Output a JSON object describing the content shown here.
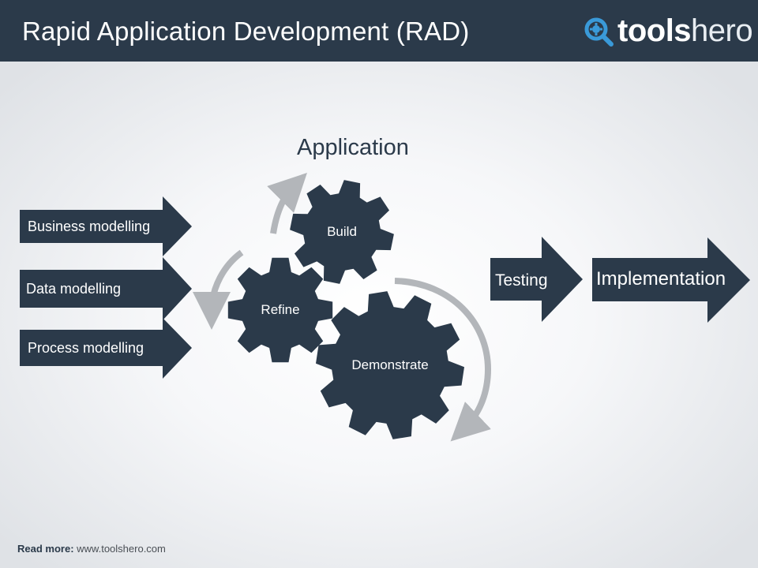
{
  "header": {
    "title": "Rapid Application Development (RAD)",
    "logo": {
      "name": "toolshero",
      "text_strong": "tools",
      "text_light": "hero",
      "icon": "magnifier-gear-icon"
    }
  },
  "diagram": {
    "center_title": "Application",
    "input_arrows": [
      {
        "label": "Business modelling"
      },
      {
        "label": "Data modelling"
      },
      {
        "label": "Process modelling"
      }
    ],
    "gears": [
      {
        "label": "Build"
      },
      {
        "label": "Refine"
      },
      {
        "label": "Demonstrate"
      }
    ],
    "output_arrows": [
      {
        "label": "Testing"
      },
      {
        "label": "Implementation"
      }
    ]
  },
  "footer": {
    "prefix": "Read more:",
    "url": "www.toolshero.com"
  },
  "colors": {
    "navy": "#2b3a4a",
    "cycle_arrow": "#b3b6ba",
    "logo_icon": "#3a9ad9"
  }
}
